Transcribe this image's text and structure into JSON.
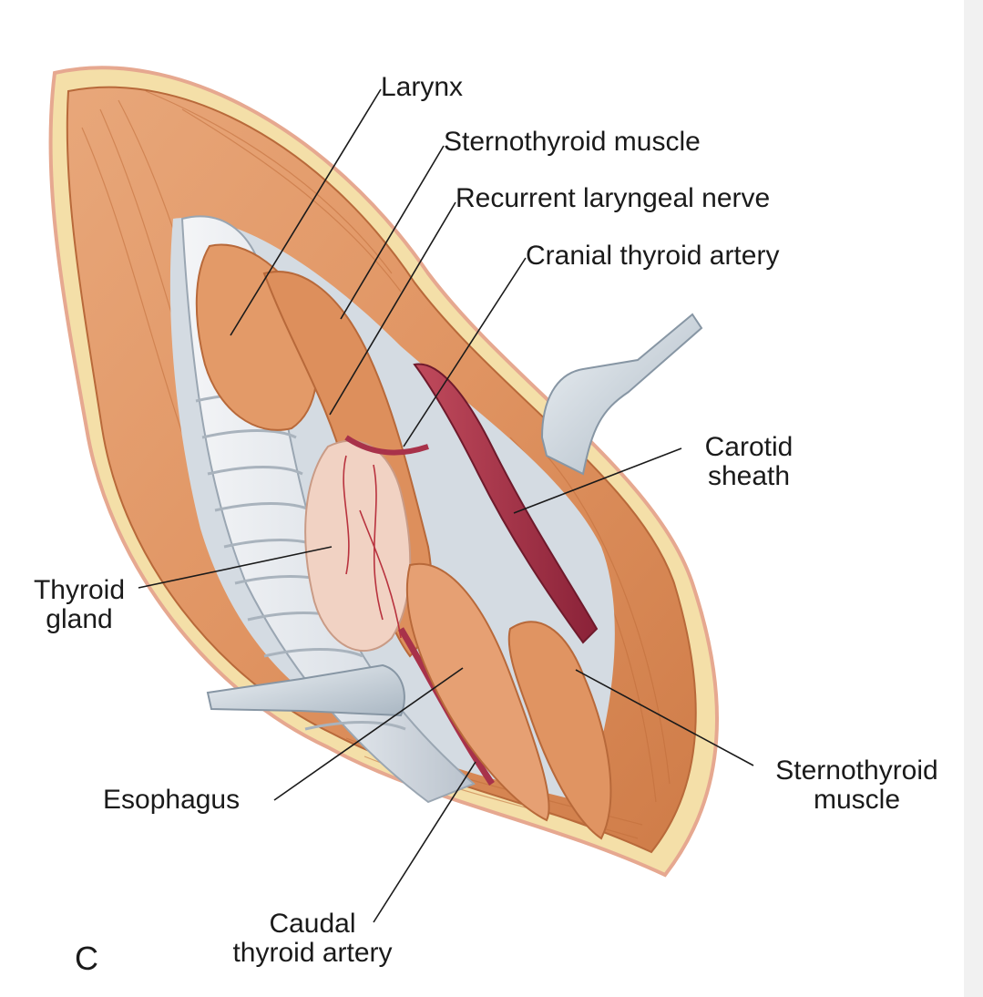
{
  "figure": {
    "panel_letter": "C",
    "labels": {
      "larynx": "Larynx",
      "sternothyroid_top": "Sternothyroid muscle",
      "recurrent_nerve": "Recurrent laryngeal nerve",
      "cranial_artery": "Cranial thyroid artery",
      "carotid_line1": "Carotid",
      "carotid_line2": "sheath",
      "thyroid_line1": "Thyroid",
      "thyroid_line2": "gland",
      "esophagus": "Esophagus",
      "sternothyroid_bottom_line1": "Sternothyroid",
      "sternothyroid_bottom_line2": "muscle",
      "caudal_line1": "Caudal",
      "caudal_line2": "thyroid artery"
    },
    "colors": {
      "muscle": "#e39a68",
      "muscle_dark": "#c9773f",
      "skin_edge": "#f3dca0",
      "trachea": "#e3e6ea",
      "gland": "#f0cfc0",
      "artery": "#a8324a",
      "retractor": "#c9d3dc"
    }
  }
}
